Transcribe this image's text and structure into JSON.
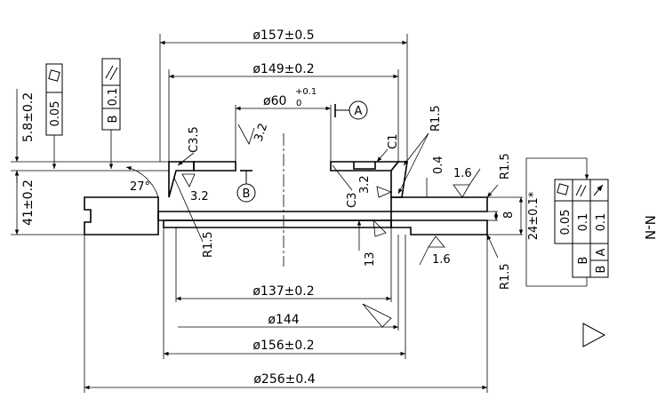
{
  "view_label": "N-N",
  "dimensions": {
    "d157": "ø157±0.5",
    "d149": "ø149±0.2",
    "d60": "ø60",
    "d60_tol_upper": "+0.1",
    "d60_tol_lower": "0",
    "d137": "ø137±0.2",
    "d144": "ø144",
    "d156": "ø156±0.2",
    "d256": "ø256±0.4",
    "h58": "5.8±0.2",
    "h41": "41±0.2",
    "t24": "24±0.1*",
    "t8": "8",
    "t04": "0.4",
    "t13": "13",
    "angle27": "27°"
  },
  "chamfers": {
    "c35": "C3.5",
    "c1": "C1",
    "c3": "C3"
  },
  "radii": {
    "r15_top": "R1.5",
    "r15_right_top": "R1.5",
    "r15_left": "R1.5",
    "r15_right_bottom": "R1.5"
  },
  "roughness": {
    "r32_top": "3.2",
    "r32_left": "3.2",
    "r32_mid": "3.2",
    "r16_top": "1.6",
    "r16_bottom": "1.6"
  },
  "datums": {
    "a": "A",
    "b": "B"
  },
  "tolerance_frames": {
    "flatness_left": {
      "value": "0.05"
    },
    "parallel_left": {
      "value": "0.1",
      "datum": "B"
    },
    "right": {
      "runout_value": "0.1",
      "parallel_value": "0.1",
      "flatness_value": "0.05",
      "datum_a": "A",
      "datum_b": "B"
    }
  }
}
